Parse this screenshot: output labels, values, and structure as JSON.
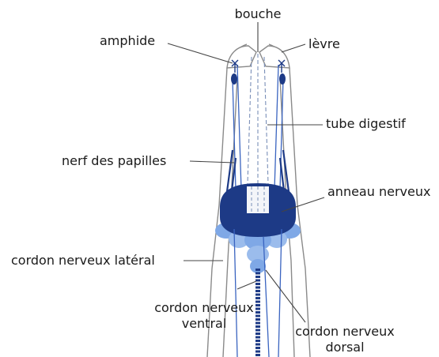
{
  "labels": {
    "bouche": "bouche",
    "amphide": "amphide",
    "levre": "lèvre",
    "tube_digestif": "tube digestif",
    "nerf_papilles": "nerf des papilles",
    "anneau_nerveux": "anneau nerveux",
    "cordon_lateral": "cordon nerveux latéral",
    "cordon_ventral": [
      "cordon nerveux",
      "ventral"
    ],
    "cordon_dorsal": [
      "cordon nerveux",
      "dorsal"
    ]
  },
  "colors": {
    "outline": "#8a8a8a",
    "nerve_dark": "#1d3a86",
    "nerve_mid": "#3a64c0",
    "nerve_light": "#7fa8e6",
    "leader": "#444444"
  }
}
